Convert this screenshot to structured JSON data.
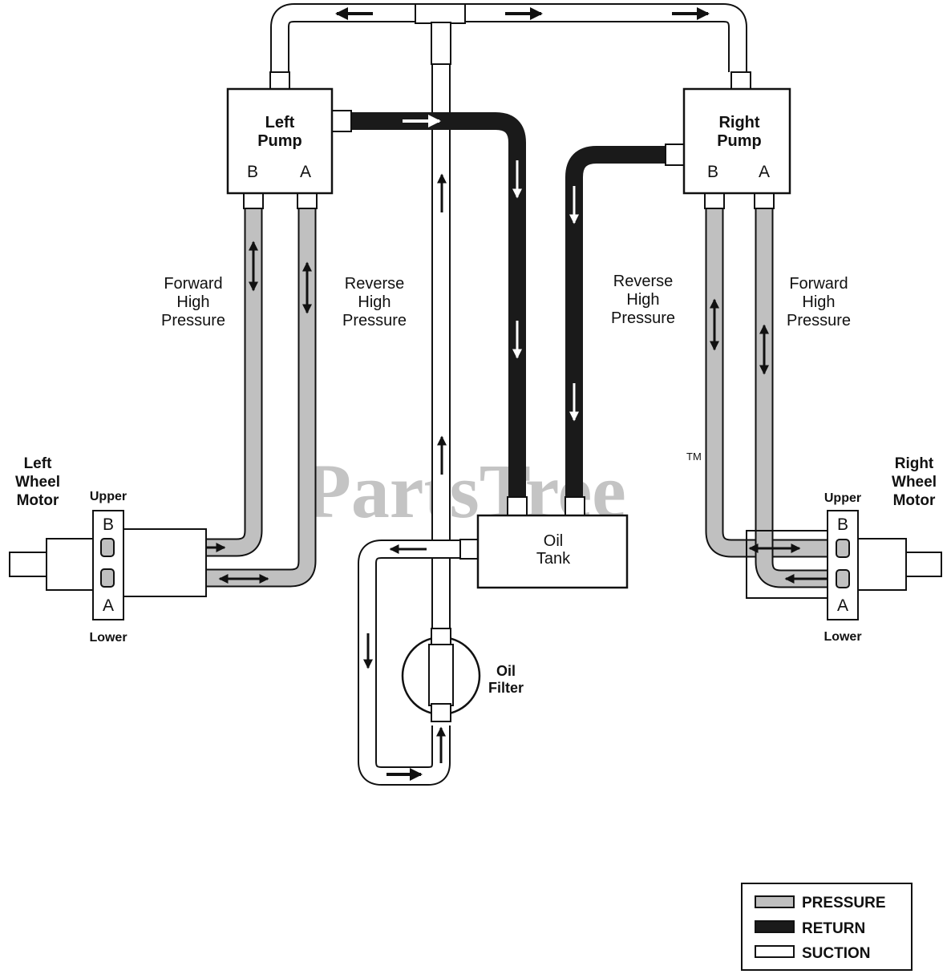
{
  "watermark": {
    "text": "PartsTree",
    "tm": "TM"
  },
  "components": {
    "left_pump": {
      "line1": "Left",
      "line2": "Pump",
      "port_b": "B",
      "port_a": "A"
    },
    "right_pump": {
      "line1": "Right",
      "line2": "Pump",
      "port_b": "B",
      "port_a": "A"
    },
    "oil_tank": {
      "line1": "Oil",
      "line2": "Tank"
    },
    "oil_filter": {
      "line1": "Oil",
      "line2": "Filter"
    },
    "left_motor": {
      "line1": "Left",
      "line2": "Wheel",
      "line3": "Motor",
      "upper": "Upper",
      "lower": "Lower",
      "port_b": "B",
      "port_a": "A"
    },
    "right_motor": {
      "line1": "Right",
      "line2": "Wheel",
      "line3": "Motor",
      "upper": "Upper",
      "lower": "Lower",
      "port_b": "B",
      "port_a": "A"
    }
  },
  "line_labels": {
    "left_forward": {
      "line1": "Forward",
      "line2": "High",
      "line3": "Pressure"
    },
    "left_reverse": {
      "line1": "Reverse",
      "line2": "High",
      "line3": "Pressure"
    },
    "right_reverse": {
      "line1": "Reverse",
      "line2": "High",
      "line3": "Pressure"
    },
    "right_forward": {
      "line1": "Forward",
      "line2": "High",
      "line3": "Pressure"
    }
  },
  "legend": [
    {
      "label": "PRESSURE",
      "color": "#bfbfbf"
    },
    {
      "label": "RETURN",
      "color": "#1a1a1a"
    },
    {
      "label": "SUCTION",
      "color": "#ffffff"
    }
  ]
}
